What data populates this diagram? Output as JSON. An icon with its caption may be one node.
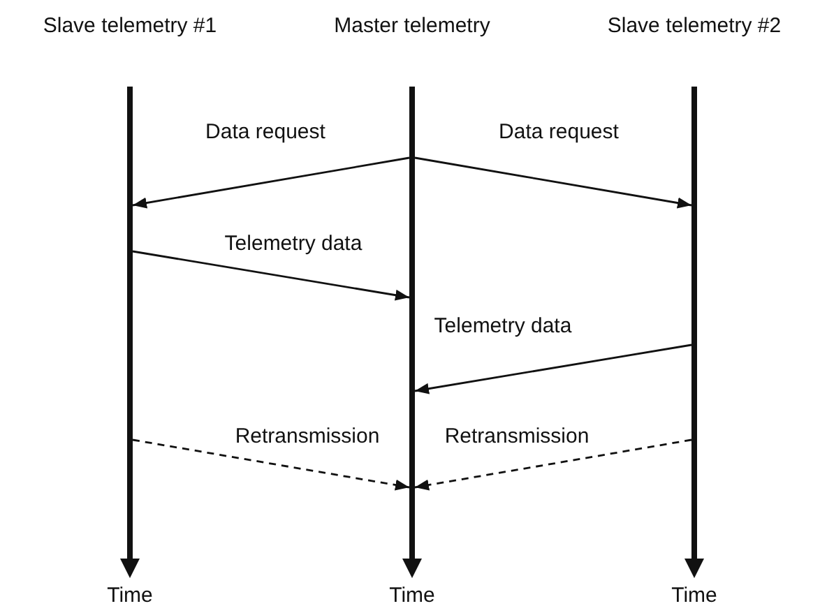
{
  "diagram": {
    "nodes": [
      {
        "text": [
          "Slave telemetry #1"
        ],
        "beside": [
          "Time"
        ]
      },
      {
        "text": [
          "Master telemetry"
        ],
        "beside": [
          "Time"
        ]
      },
      {
        "text": [
          "Slave telemetry #2"
        ],
        "beside": [
          "Time"
        ]
      }
    ],
    "edges": [
      {
        "from": 1,
        "to": 0,
        "arrow": "to",
        "label": "Data request"
      },
      {
        "from": 1,
        "to": 2,
        "arrow": "to",
        "label": "Data request"
      },
      {
        "from": 0,
        "to": 1,
        "arrow": "to",
        "label": "Telemetry data"
      },
      {
        "from": 2,
        "to": 1,
        "arrow": "to",
        "label": "Telemetry data"
      },
      {
        "from": 0,
        "to": 1,
        "arrow": "to",
        "label": "Retransmission",
        "style": "dashed"
      },
      {
        "from": 2,
        "to": 1,
        "arrow": "to",
        "label": "Retransmission",
        "style": "dashed"
      }
    ]
  }
}
